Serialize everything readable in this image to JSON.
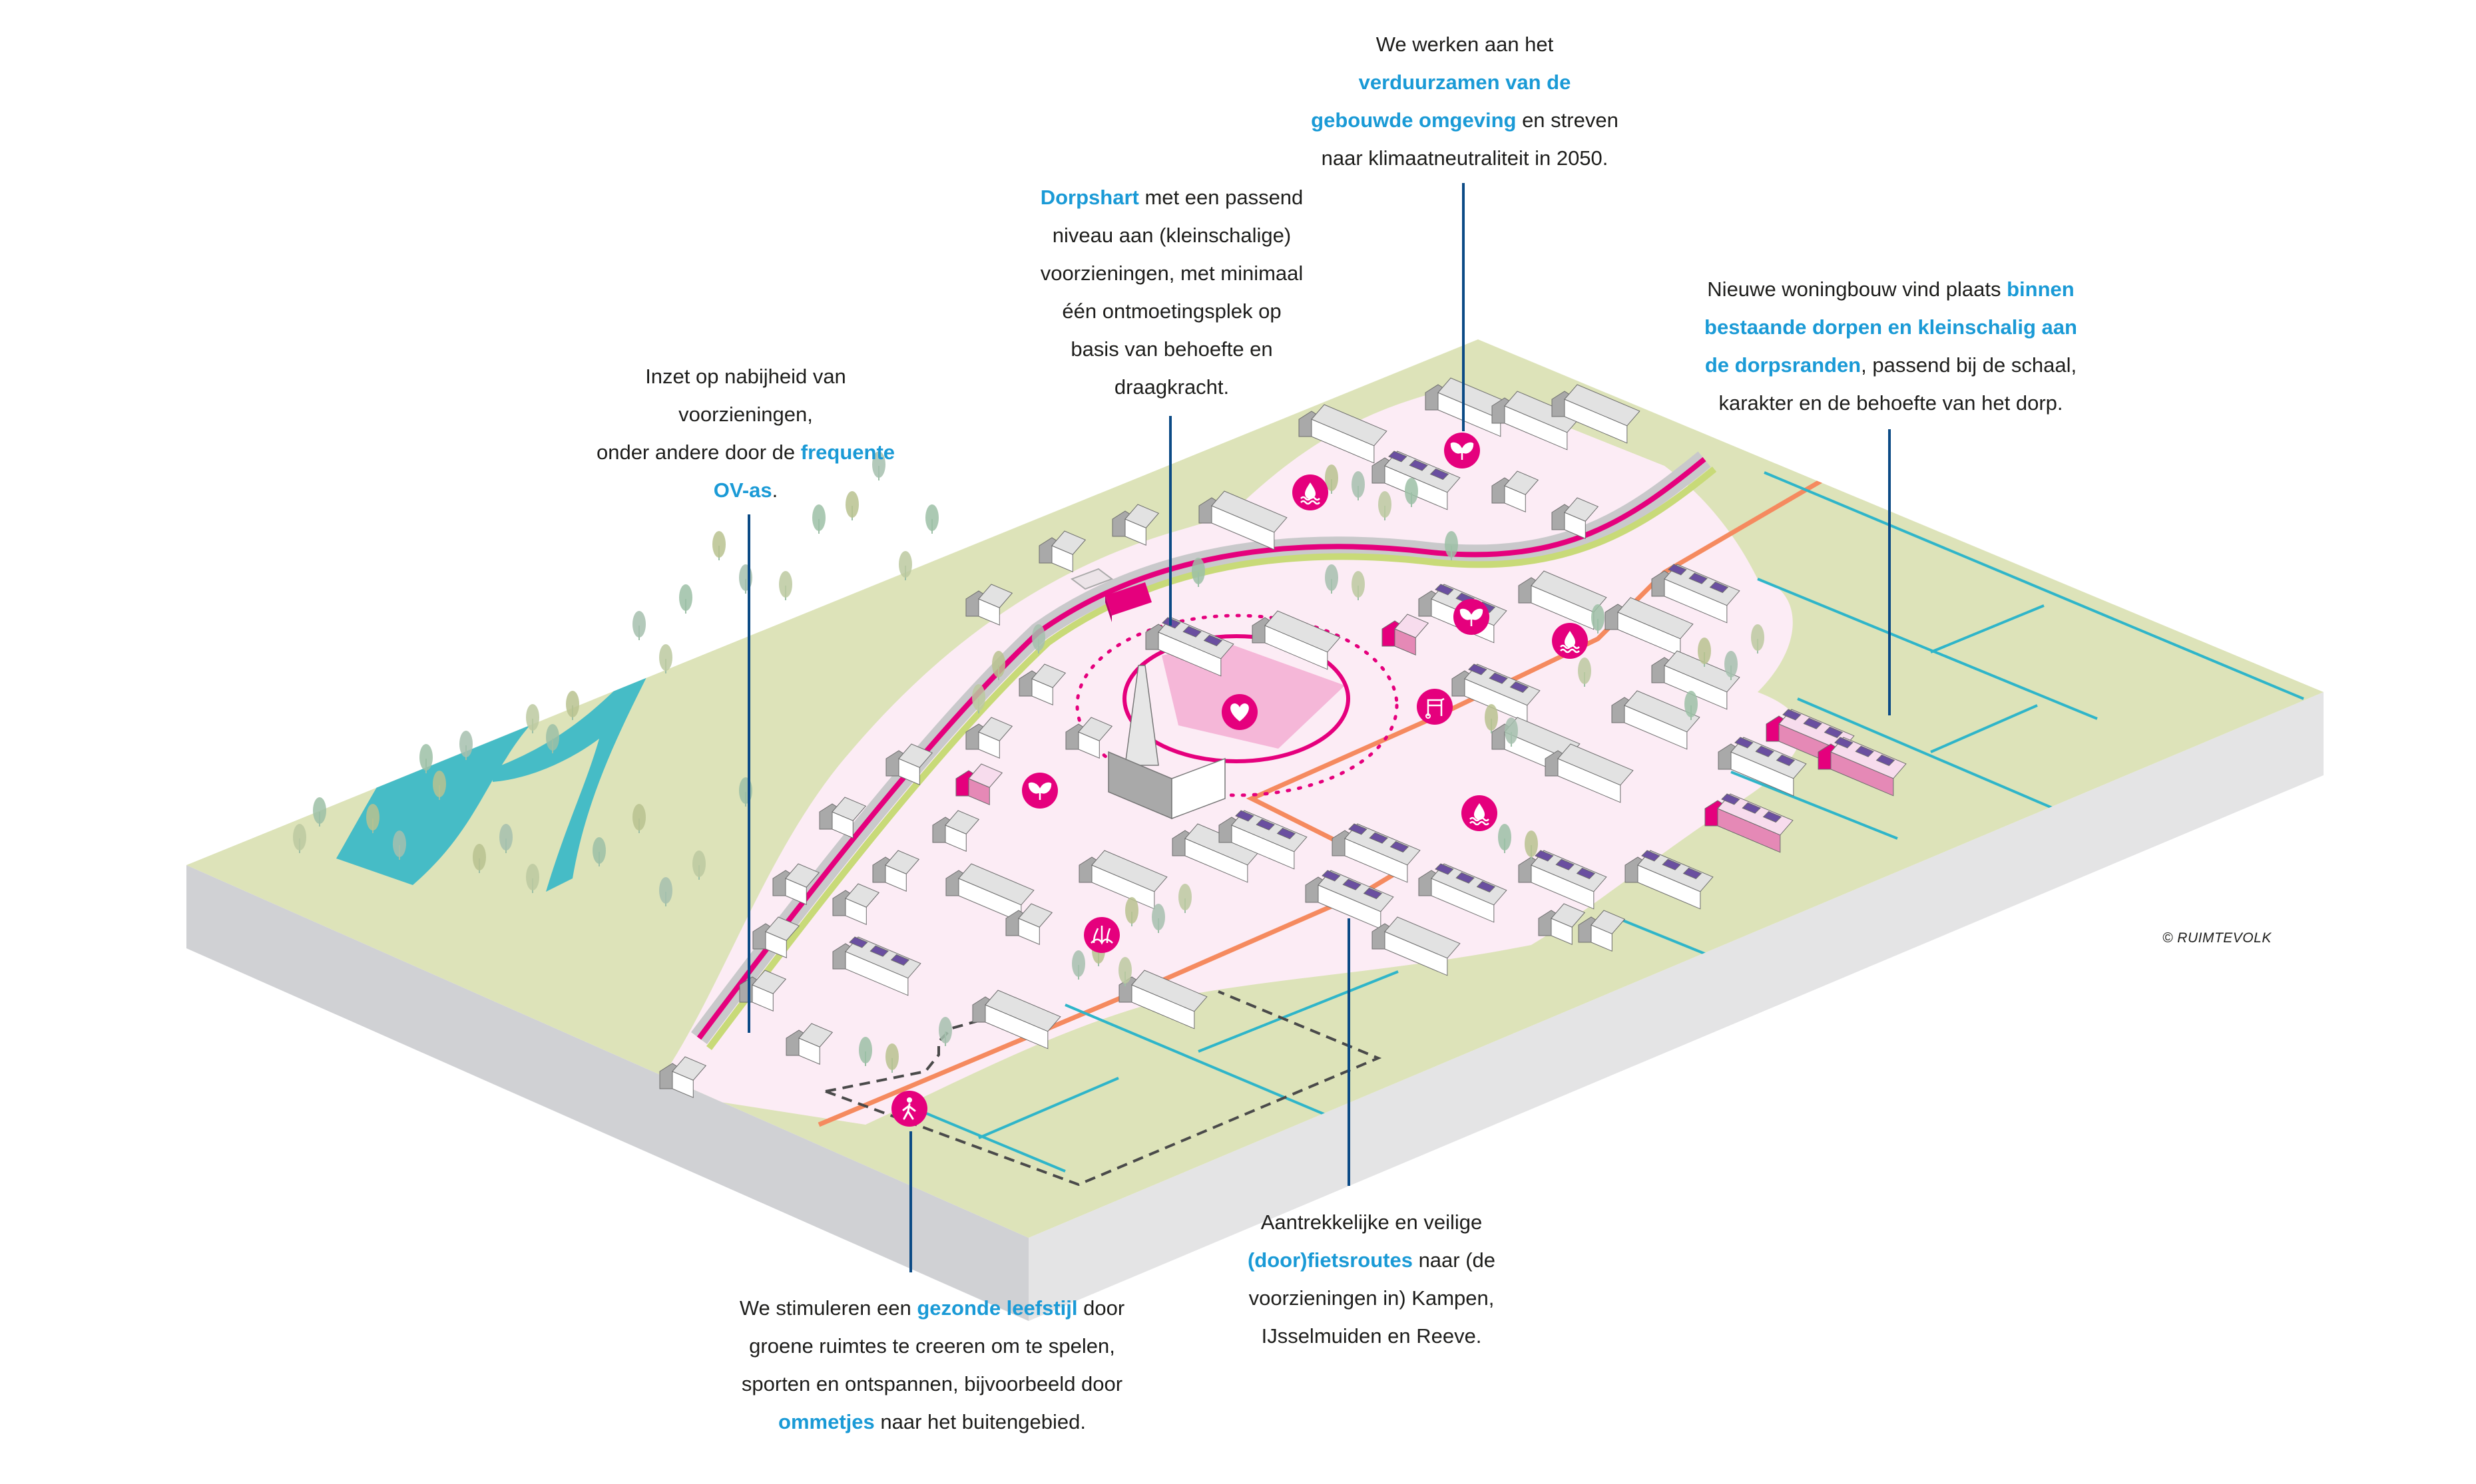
{
  "colors": {
    "highlight": "#1a9ad6",
    "text": "#1d1d1b",
    "leader": "#0b4a85",
    "grass": "#dde3b9",
    "village": "#fcecf5",
    "water": "#46bcc6",
    "magenta": "#e5007d",
    "solar": "#6a4fa0",
    "cycle_route": "#f58a5f",
    "ditch": "#2fb5c9",
    "base_side": "#d0d1d4"
  },
  "callouts": {
    "sustainability": {
      "lines": [
        [
          {
            "t": "We werken aan het",
            "hl": false
          }
        ],
        [
          {
            "t": "verduurzamen van de",
            "hl": true
          }
        ],
        [
          {
            "t": "gebouwde omgeving",
            "hl": true
          },
          {
            "t": " en streven",
            "hl": false
          }
        ],
        [
          {
            "t": "naar klimaatneutraliteit in 2050.",
            "hl": false
          }
        ]
      ]
    },
    "village_heart": {
      "lines": [
        [
          {
            "t": "Dorpshart",
            "hl": true
          },
          {
            "t": " met een passend",
            "hl": false
          }
        ],
        [
          {
            "t": "niveau aan (kleinschalige)",
            "hl": false
          }
        ],
        [
          {
            "t": "voorzieningen, met minimaal",
            "hl": false
          }
        ],
        [
          {
            "t": "één ontmoetingsplek op",
            "hl": false
          }
        ],
        [
          {
            "t": "basis van behoefte en",
            "hl": false
          }
        ],
        [
          {
            "t": "draagkracht.",
            "hl": false
          }
        ]
      ]
    },
    "public_transport": {
      "lines": [
        [
          {
            "t": "Inzet op nabijheid van",
            "hl": false
          }
        ],
        [
          {
            "t": "voorzieningen,",
            "hl": false
          }
        ],
        [
          {
            "t": "onder andere door de ",
            "hl": false
          },
          {
            "t": "frequente",
            "hl": true
          }
        ],
        [
          {
            "t": "OV-as",
            "hl": true
          },
          {
            "t": ".",
            "hl": false
          }
        ]
      ]
    },
    "housing": {
      "lines": [
        [
          {
            "t": "Nieuwe woningbouw vind plaats ",
            "hl": false
          },
          {
            "t": "binnen",
            "hl": true
          }
        ],
        [
          {
            "t": "bestaande dorpen en kleinschalig aan",
            "hl": true
          }
        ],
        [
          {
            "t": "de dorpsranden",
            "hl": true
          },
          {
            "t": ", passend bij de schaal,",
            "hl": false
          }
        ],
        [
          {
            "t": "karakter en de behoefte van het dorp.",
            "hl": false
          }
        ]
      ]
    },
    "healthy_lifestyle": {
      "lines": [
        [
          {
            "t": "We stimuleren een ",
            "hl": false
          },
          {
            "t": "gezonde leefstijl",
            "hl": true
          },
          {
            "t": " door",
            "hl": false
          }
        ],
        [
          {
            "t": "groene ruimtes te creeren om te spelen,",
            "hl": false
          }
        ],
        [
          {
            "t": "sporten en ontspannen, bijvoorbeeld door",
            "hl": false
          }
        ],
        [
          {
            "t": "ommetjes",
            "hl": true
          },
          {
            "t": " naar het buitengebied.",
            "hl": false
          }
        ]
      ]
    },
    "cycling": {
      "lines": [
        [
          {
            "t": "Aantrekkelijke en veilige",
            "hl": false
          }
        ],
        [
          {
            "t": "(door)fietsroutes",
            "hl": true
          },
          {
            "t": " naar (de",
            "hl": false
          }
        ],
        [
          {
            "t": "voorzieningen in) Kampen,",
            "hl": false
          }
        ],
        [
          {
            "t": "IJsselmuiden en Reeve.",
            "hl": false
          }
        ]
      ]
    }
  },
  "copyright": "© RUIMTEVOLK",
  "map_icons": [
    {
      "name": "water-icon"
    },
    {
      "name": "leaf-icon"
    },
    {
      "name": "heart-icon"
    },
    {
      "name": "leaf-icon"
    },
    {
      "name": "water-icon"
    },
    {
      "name": "walker-icon"
    },
    {
      "name": "leaf-icon"
    },
    {
      "name": "water-icon"
    },
    {
      "name": "reeds-icon"
    },
    {
      "name": "pedestrian-icon"
    }
  ]
}
